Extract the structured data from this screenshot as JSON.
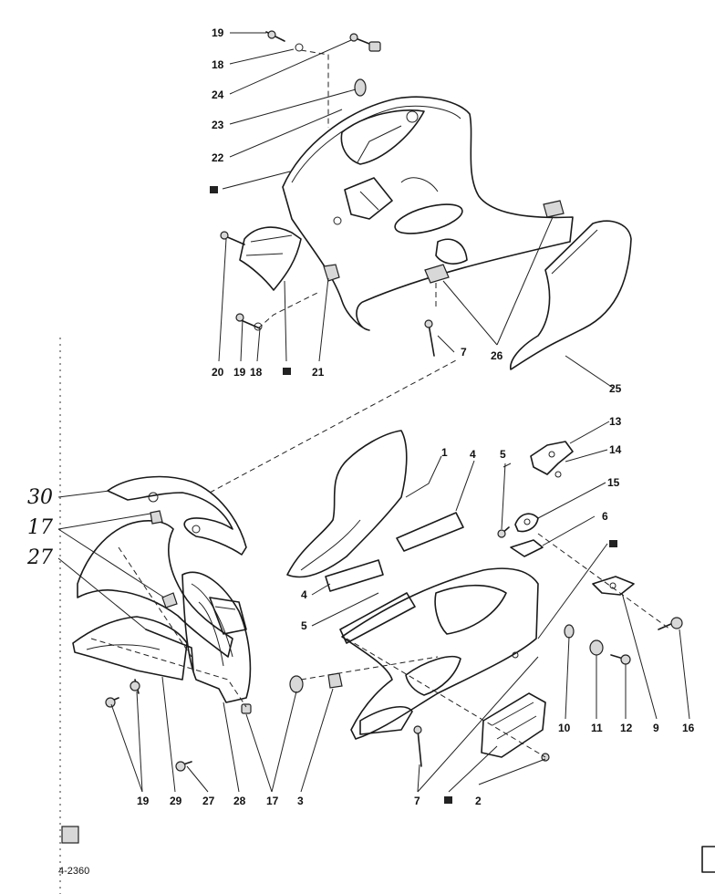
{
  "labels": {
    "top_left": [
      "19",
      "18",
      "24",
      "23",
      "22"
    ],
    "top_bottom": [
      "20",
      "19",
      "18",
      "21",
      "7",
      "26",
      "25"
    ],
    "right_col": [
      "13",
      "14",
      "15",
      "6"
    ],
    "mid_right": [
      "1",
      "4",
      "5",
      "4",
      "5"
    ],
    "bottom": [
      "19",
      "29",
      "27",
      "28",
      "17",
      "3",
      "7",
      "2",
      "10",
      "11",
      "12",
      "9",
      "16"
    ],
    "handwritten": [
      "30",
      "17",
      "27"
    ]
  },
  "footer_code": "4-2360"
}
